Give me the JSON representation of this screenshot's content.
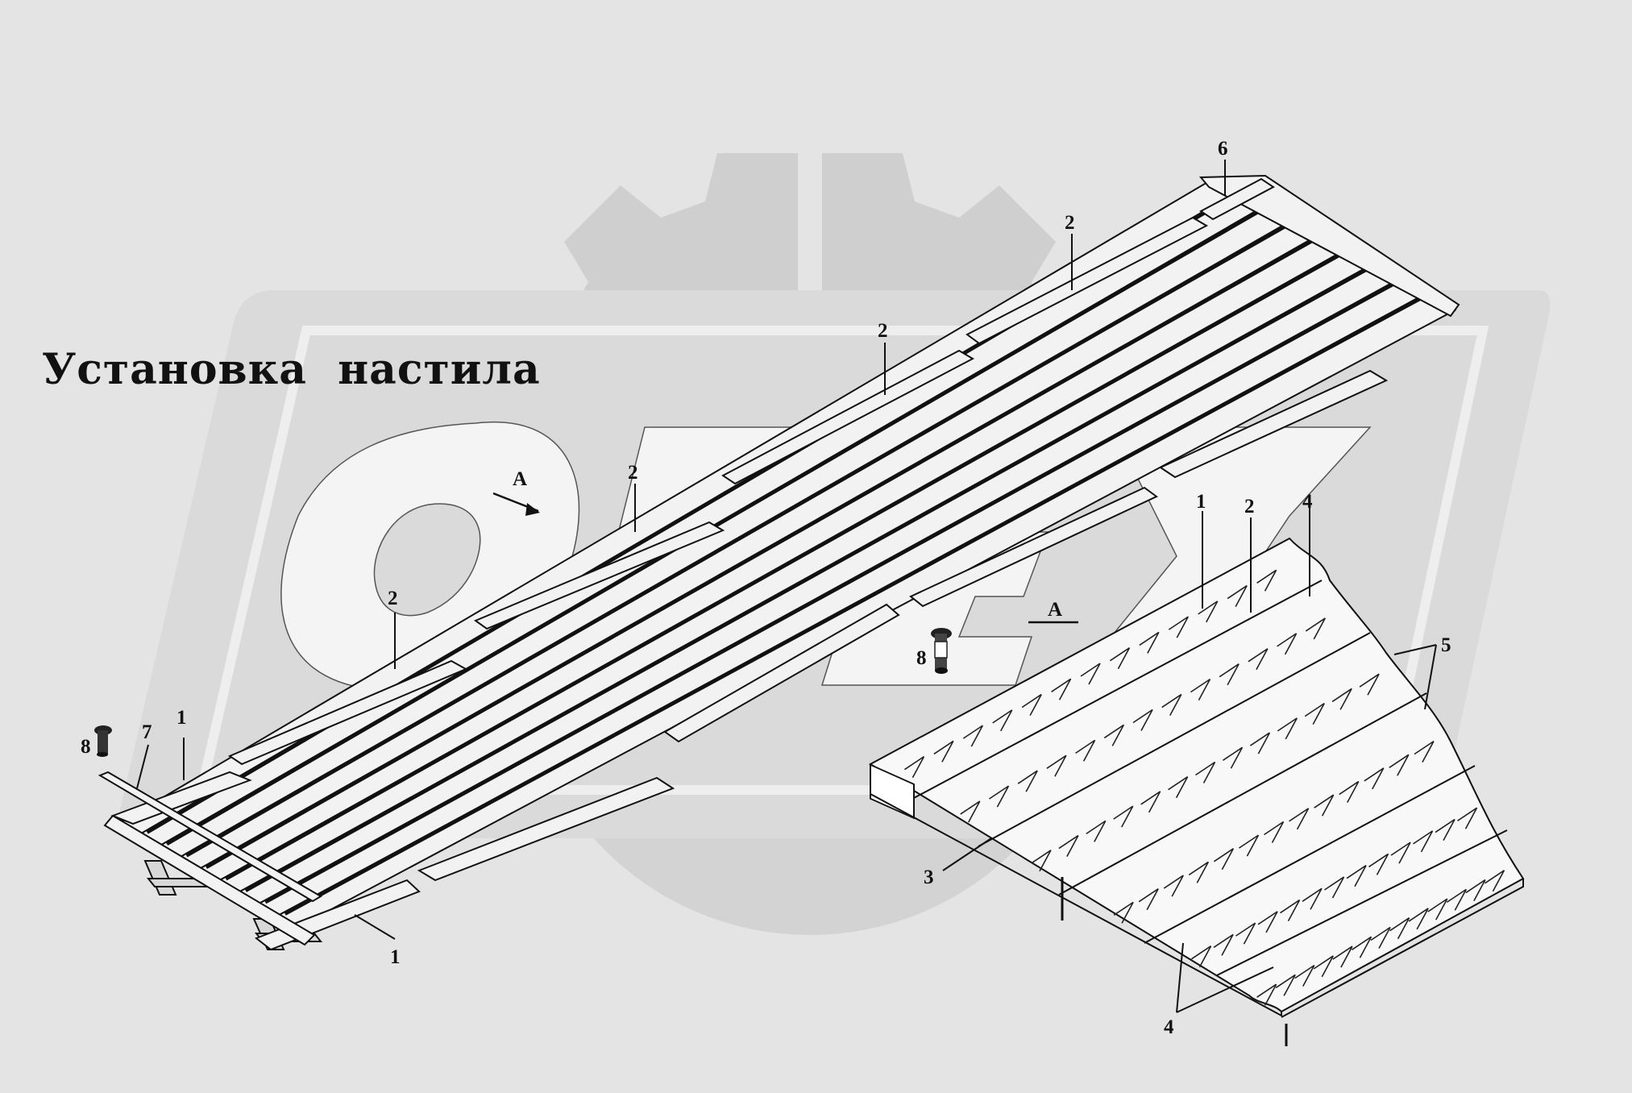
{
  "title": "Установка  настила",
  "watermark": {
    "colors": {
      "background": "#e4e4e4",
      "gear": "#cfcfcf",
      "band": "#d9d9d9"
    }
  },
  "callouts": {
    "c1a": "1",
    "c1b": "1",
    "c1c": "1",
    "c2a": "2",
    "c2b": "2",
    "c2c": "2",
    "c2d": "2",
    "c2e": "2",
    "c3": "3",
    "c4a": "4",
    "c4b": "4",
    "c5": "5",
    "c6": "6",
    "c7": "7",
    "c8a": "8",
    "c8b": "8",
    "viewA": "А",
    "sectionA": "А"
  },
  "colors": {
    "line": "#111111",
    "plank": "#f2f2f2",
    "text": "#111111"
  }
}
